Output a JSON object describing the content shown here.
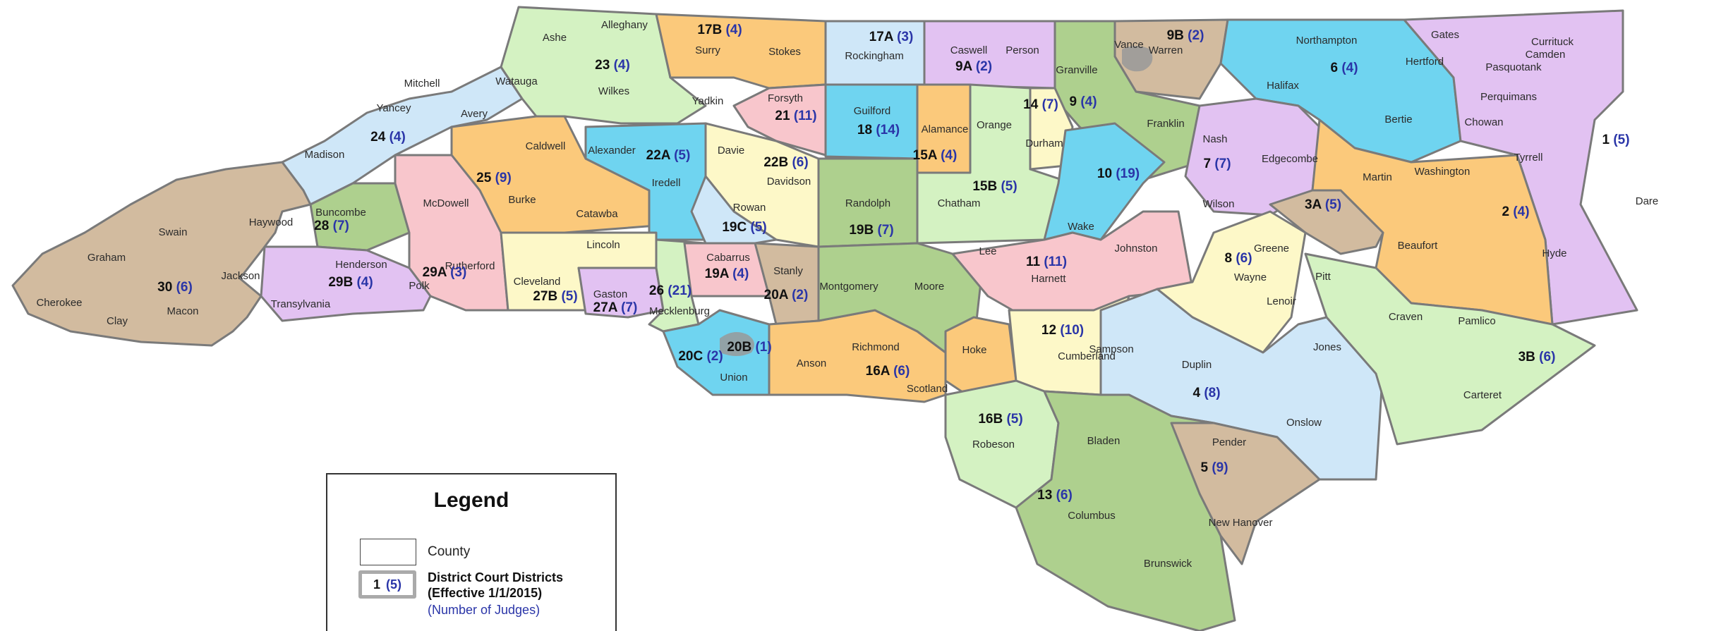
{
  "colors": {
    "tan": "#d2bb9f",
    "green": "#d4f2c2",
    "lightblue": "#cfe7f8",
    "blue": "#6fd4f0",
    "orange": "#fbc97b",
    "pink": "#f8c6cc",
    "purple": "#e2c2f2",
    "yellow": "#fdf8c8",
    "olive": "#aed08e",
    "border": "#7a7a7a"
  },
  "counties": [
    "Ashe",
    "Alleghany",
    "Surry",
    "Stokes",
    "Rockingham",
    "Caswell",
    "Person",
    "Vance",
    "Warren",
    "Northampton",
    "Gates",
    "Currituck",
    "Camden",
    "Pasquotank",
    "Hertford",
    "Halifax",
    "Granville",
    "Watauga",
    "Wilkes",
    "Yadkin",
    "Forsyth",
    "Guilford",
    "Alamance",
    "Orange",
    "Durham",
    "Franklin",
    "Nash",
    "Edgecombe",
    "Bertie",
    "Perquimans",
    "Chowan",
    "Mitchell",
    "Avery",
    "Yancey",
    "Madison",
    "Caldwell",
    "Alexander",
    "Iredell",
    "Davie",
    "Davidson",
    "Randolph",
    "Chatham",
    "Wake",
    "Wilson",
    "Martin",
    "Washington",
    "Tyrrell",
    "Dare",
    "Buncombe",
    "McDowell",
    "Burke",
    "Catawba",
    "Rowan",
    "Swain",
    "Haywood",
    "Graham",
    "Cherokee",
    "Clay",
    "Macon",
    "Jackson",
    "Henderson",
    "Transylvania",
    "Polk",
    "Rutherford",
    "Cleveland",
    "Lincoln",
    "Gaston",
    "Mecklenburg",
    "Cabarrus",
    "Stanly",
    "Montgomery",
    "Moore",
    "Lee",
    "Harnett",
    "Johnston",
    "Greene",
    "Wayne",
    "Lenoir",
    "Pitt",
    "Beaufort",
    "Hyde",
    "Craven",
    "Pamlico",
    "Union",
    "Anson",
    "Richmond",
    "Scotland",
    "Hoke",
    "Cumberland",
    "Sampson",
    "Duplin",
    "Jones",
    "Onslow",
    "Carteret",
    "Robeson",
    "Bladen",
    "Pender",
    "Columbus",
    "Brunswick",
    "New Hanover"
  ],
  "districts": [
    {
      "id": "17B",
      "judges": "(4)"
    },
    {
      "id": "17A",
      "judges": "(3)"
    },
    {
      "id": "9B",
      "judges": "(2)"
    },
    {
      "id": "23",
      "judges": "(4)"
    },
    {
      "id": "9A",
      "judges": "(2)"
    },
    {
      "id": "6",
      "judges": "(4)"
    },
    {
      "id": "21",
      "judges": "(11)"
    },
    {
      "id": "18",
      "judges": "(14)"
    },
    {
      "id": "9",
      "judges": "(4)"
    },
    {
      "id": "14",
      "judges": "(7)"
    },
    {
      "id": "24",
      "judges": "(4)"
    },
    {
      "id": "22A",
      "judges": "(5)"
    },
    {
      "id": "22B",
      "judges": "(6)"
    },
    {
      "id": "15A",
      "judges": "(4)"
    },
    {
      "id": "7",
      "judges": "(7)"
    },
    {
      "id": "1",
      "judges": "(5)"
    },
    {
      "id": "10",
      "judges": "(19)"
    },
    {
      "id": "25",
      "judges": "(9)"
    },
    {
      "id": "15B",
      "judges": "(5)"
    },
    {
      "id": "3A",
      "judges": "(5)"
    },
    {
      "id": "28",
      "judges": "(7)"
    },
    {
      "id": "19C",
      "judges": "(5)"
    },
    {
      "id": "19B",
      "judges": "(7)"
    },
    {
      "id": "2",
      "judges": "(4)"
    },
    {
      "id": "29A",
      "judges": "(3)"
    },
    {
      "id": "11",
      "judges": "(11)"
    },
    {
      "id": "8",
      "judges": "(6)"
    },
    {
      "id": "29B",
      "judges": "(4)"
    },
    {
      "id": "30",
      "judges": "(6)"
    },
    {
      "id": "19A",
      "judges": "(4)"
    },
    {
      "id": "26",
      "judges": "(21)"
    },
    {
      "id": "27B",
      "judges": "(5)"
    },
    {
      "id": "27A",
      "judges": "(7)"
    },
    {
      "id": "20A",
      "judges": "(2)"
    },
    {
      "id": "12",
      "judges": "(10)"
    },
    {
      "id": "20B",
      "judges": "(1)"
    },
    {
      "id": "3B",
      "judges": "(6)"
    },
    {
      "id": "20C",
      "judges": "(2)"
    },
    {
      "id": "16A",
      "judges": "(6)"
    },
    {
      "id": "4",
      "judges": "(8)"
    },
    {
      "id": "16B",
      "judges": "(5)"
    },
    {
      "id": "5",
      "judges": "(9)"
    },
    {
      "id": "13",
      "judges": "(6)"
    }
  ],
  "legend": {
    "title": "Legend",
    "county_label": "County",
    "sample_district": "1",
    "sample_judges": "(5)",
    "district_line1": "District Court Districts",
    "district_line2": "(Effective 1/1/2015)",
    "judges_label": "(Number of Judges)"
  }
}
